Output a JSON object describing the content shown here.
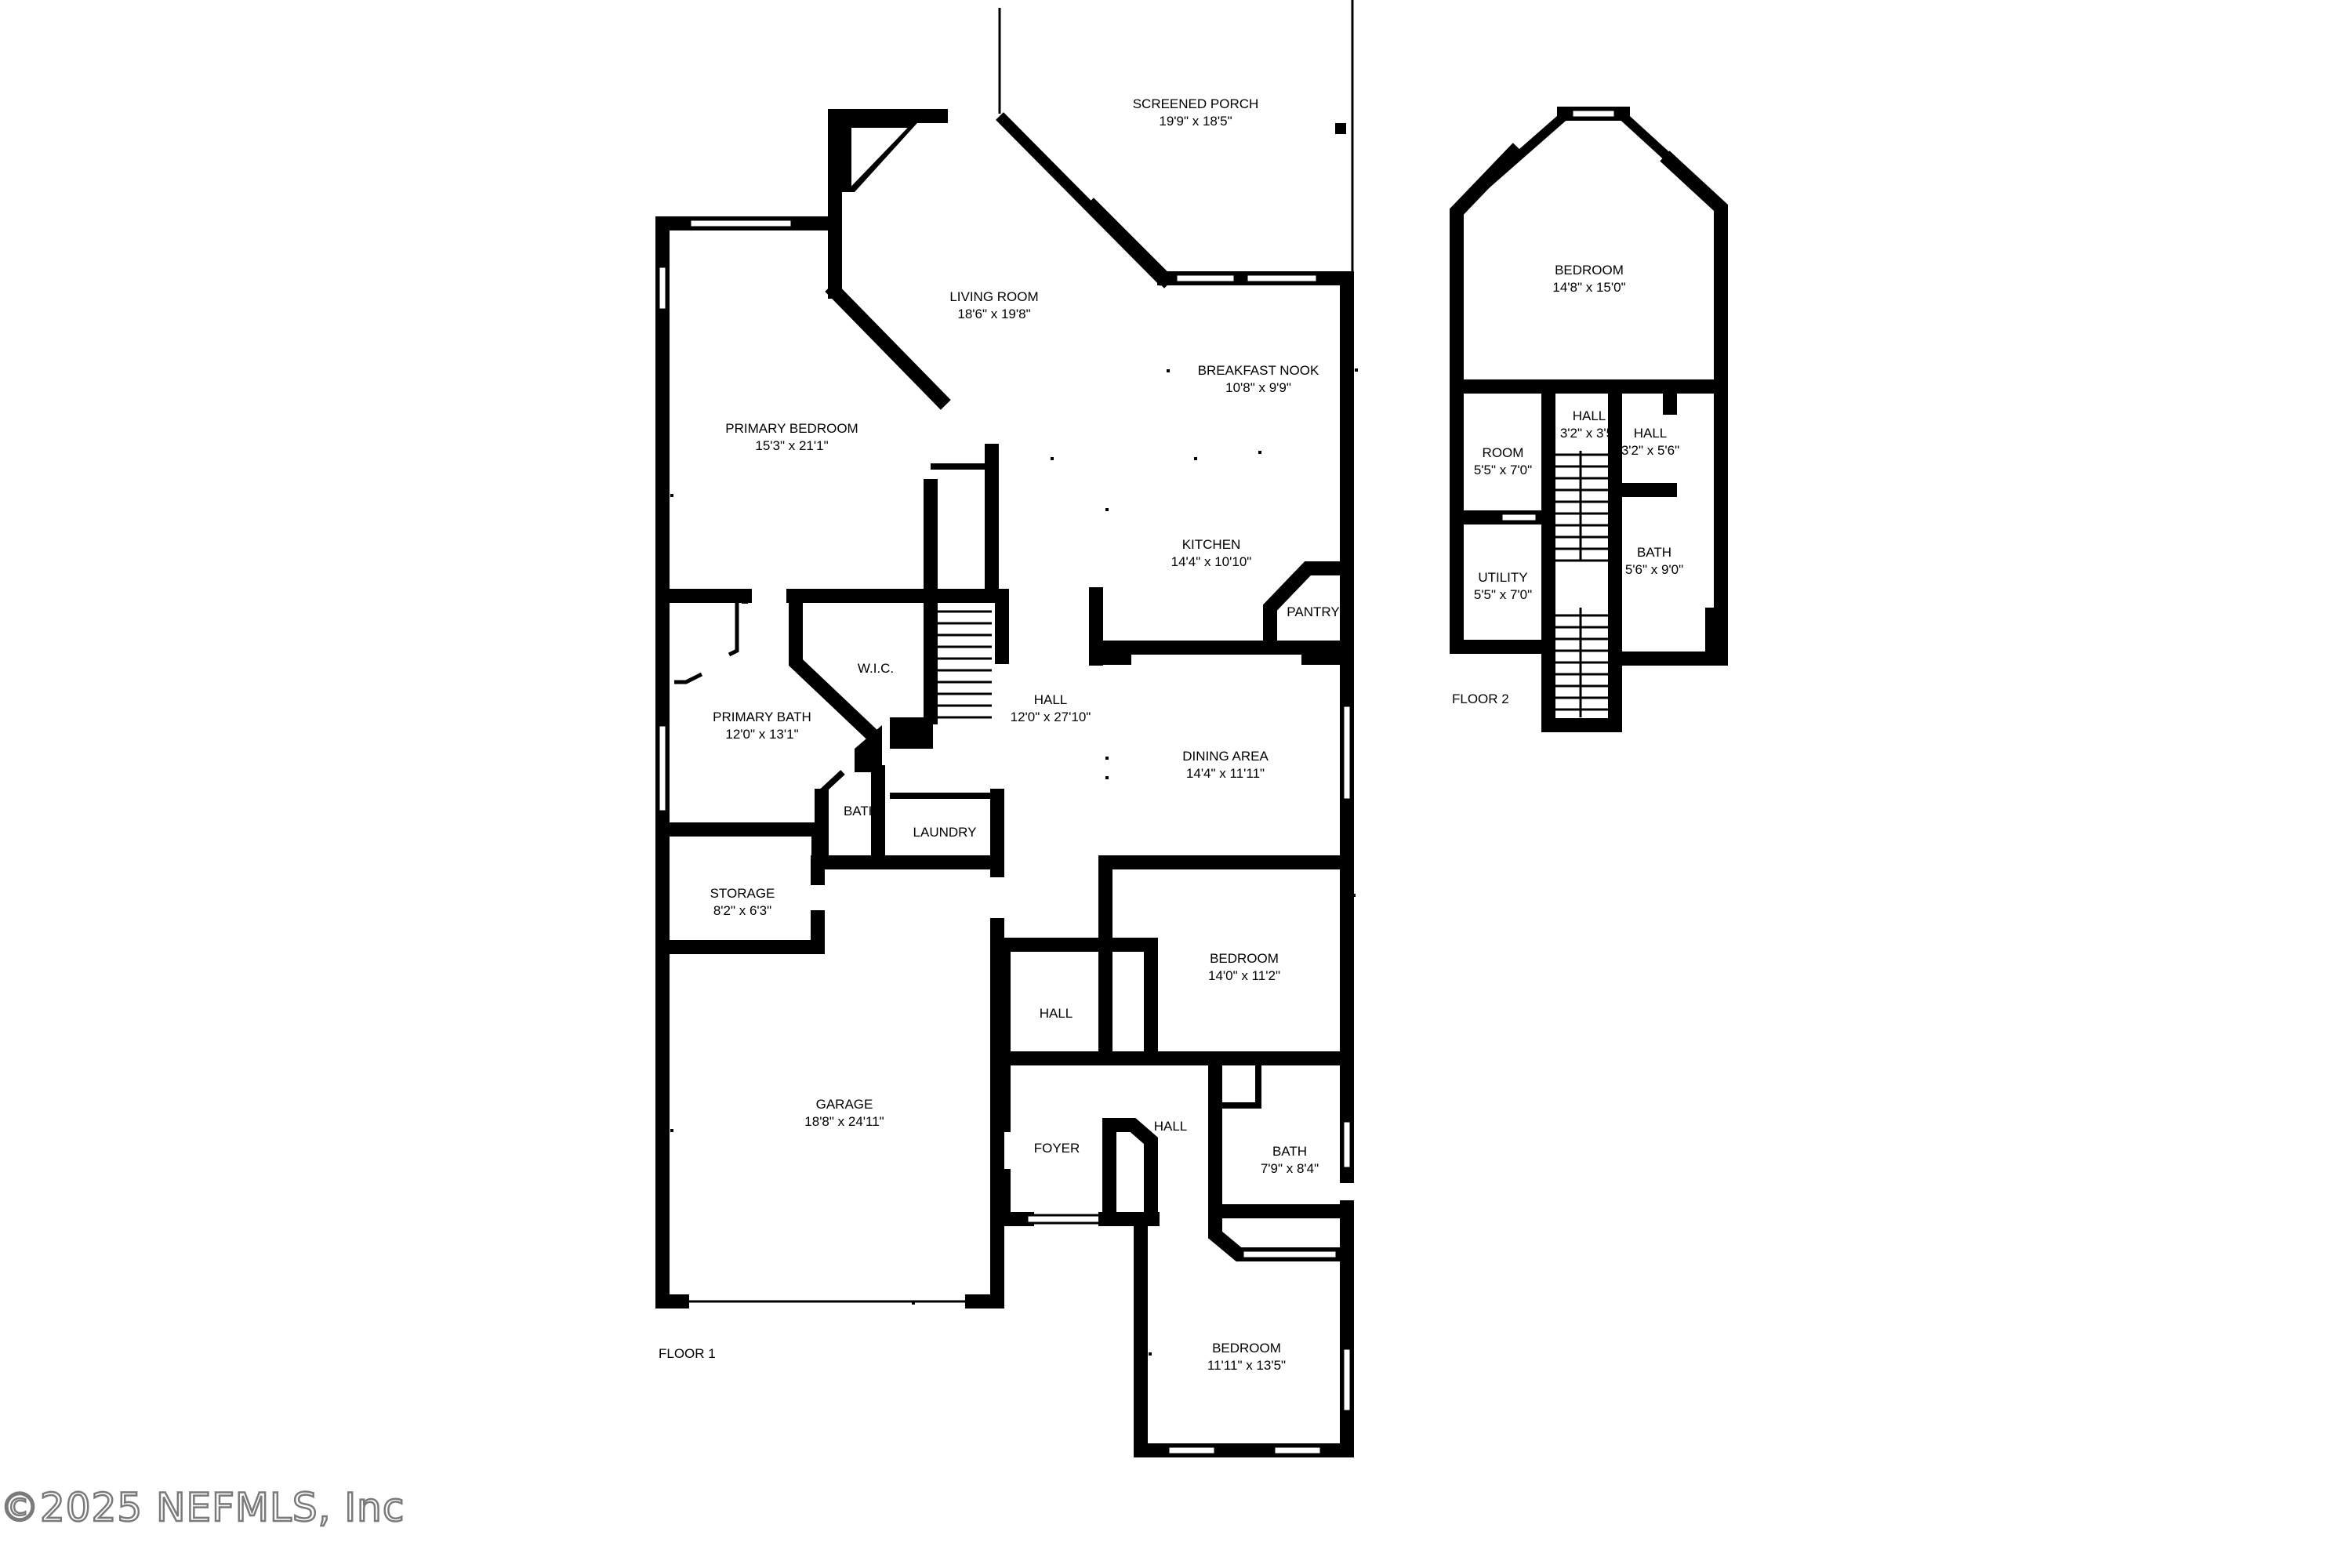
{
  "rooms": {
    "screened_porch": {
      "name": "SCREENED PORCH",
      "dims": "19'9\" x 18'5\""
    },
    "living_room": {
      "name": "LIVING ROOM",
      "dims": "18'6\" x 19'8\""
    },
    "breakfast_nook": {
      "name": "BREAKFAST NOOK",
      "dims": "10'8\" x 9'9\""
    },
    "primary_bedroom": {
      "name": "PRIMARY BEDROOM",
      "dims": "15'3\" x 21'1\""
    },
    "kitchen": {
      "name": "KITCHEN",
      "dims": "14'4\" x 10'10\""
    },
    "pantry": {
      "name": "PANTRY"
    },
    "wic": {
      "name": "W.I.C."
    },
    "hall_main": {
      "name": "HALL",
      "dims": "12'0\" x 27'10\""
    },
    "primary_bath": {
      "name": "PRIMARY BATH",
      "dims": "12'0\" x 13'1\""
    },
    "dining_area": {
      "name": "DINING AREA",
      "dims": "14'4\" x 11'11\""
    },
    "bath_small": {
      "name": "BATH"
    },
    "laundry": {
      "name": "LAUNDRY"
    },
    "storage": {
      "name": "STORAGE",
      "dims": "8'2\" x 6'3\""
    },
    "bedroom_2": {
      "name": "BEDROOM",
      "dims": "14'0\" x 11'2\""
    },
    "hall_lower": {
      "name": "HALL"
    },
    "garage": {
      "name": "GARAGE",
      "dims": "18'8\" x 24'11\""
    },
    "foyer": {
      "name": "FOYER"
    },
    "hall_foyer": {
      "name": "HALL"
    },
    "bath_2": {
      "name": "BATH",
      "dims": "7'9\" x 8'4\""
    },
    "bedroom_3": {
      "name": "BEDROOM",
      "dims": "11'11\" x 13'5\""
    },
    "bedroom_up": {
      "name": "BEDROOM",
      "dims": "14'8\" x 15'0\""
    },
    "hall_up_1": {
      "name": "HALL",
      "dims": "3'2\" x 3'5\""
    },
    "hall_up_2": {
      "name": "HALL",
      "dims": "3'2\" x 5'6\""
    },
    "room_up": {
      "name": "ROOM",
      "dims": "5'5\" x 7'0\""
    },
    "bath_up": {
      "name": "BATH",
      "dims": "5'6\" x 9'0\""
    },
    "utility_up": {
      "name": "UTILITY",
      "dims": "5'5\" x 7'0\""
    }
  },
  "floors": {
    "floor_1": "FLOOR 1",
    "floor_2": "FLOOR 2"
  },
  "watermark": "©2025 NEFMLS, Inc"
}
